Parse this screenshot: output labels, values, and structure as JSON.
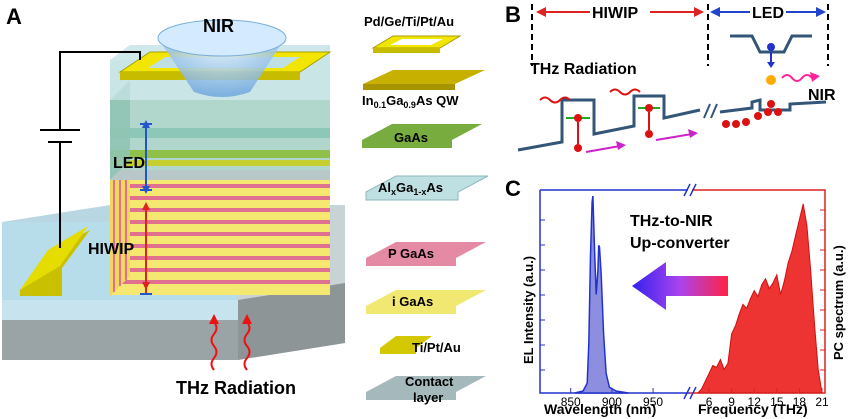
{
  "panel_a": {
    "letter": "A",
    "nir_label": "NIR",
    "led_label": "LED",
    "hiwip_label": "HIWIP",
    "thz_label": "THz Radiation"
  },
  "legend": {
    "metal_top": "Pd/Ge/Ti/Pt/Au",
    "qw_prefix": "In",
    "qw_sub1": "0.1",
    "qw_mid": "Ga",
    "qw_sub2": "0.9",
    "qw_suffix": "As QW",
    "gaas": "GaAs",
    "algaas_prefix": "Al",
    "algaas_sub1": "x",
    "algaas_mid": "Ga",
    "algaas_sub2": "1-x",
    "algaas_suffix": "As",
    "p_gaas": "P GaAs",
    "i_gaas": "i GaAs",
    "metal_bottom": "Ti/Pt/Au",
    "contact_line1": "Contact",
    "contact_line2": "layer"
  },
  "panel_b": {
    "letter": "B",
    "hiwip_label": "HIWIP",
    "led_label": "LED",
    "thz_label": "THz Radiation",
    "nir_label": "NIR"
  },
  "panel_c": {
    "letter": "C",
    "ylabel_left": "EL Intensity (a.u.)",
    "ylabel_right": "PC spectrum (a.u.)",
    "xlabel_left": "Wavelength (nm)",
    "xlabel_right": "Frequency (THz)",
    "arrow_text_line1": "THz-to-NIR",
    "arrow_text_line2": "Up-converter",
    "colors": {
      "el": "#3333cc",
      "pc": "#e02020"
    }
  },
  "chart_data": [
    {
      "type": "area",
      "xlabel": "Wavelength (nm)",
      "ylabel": "EL Intensity (a.u.)",
      "x_ticks": [
        850,
        900,
        950
      ],
      "xlim": [
        820,
        990
      ],
      "series": [
        {
          "x": [
            855,
            865,
            870,
            872,
            874,
            876,
            877,
            879,
            881,
            883,
            884,
            885,
            887,
            890,
            893,
            897,
            905,
            920
          ],
          "y": [
            0.0,
            0.01,
            0.05,
            0.25,
            0.7,
            0.97,
            1.0,
            0.72,
            0.5,
            0.62,
            0.75,
            0.74,
            0.6,
            0.3,
            0.1,
            0.03,
            0.01,
            0.0
          ]
        }
      ]
    },
    {
      "type": "area",
      "xlabel": "Frequency (THz)",
      "ylabel": "PC spectrum (a.u.)",
      "x_ticks": [
        6,
        9,
        12,
        15,
        18,
        21
      ],
      "xlim": [
        4,
        21
      ],
      "series": [
        {
          "x": [
            4.5,
            5,
            5.5,
            6,
            6.5,
            7,
            7.5,
            8,
            8.5,
            9,
            9.5,
            10,
            10.5,
            11,
            11.5,
            12,
            12.5,
            13,
            13.5,
            14,
            14.5,
            15,
            15.5,
            16,
            16.5,
            17,
            17.5,
            18,
            18.5,
            19,
            19.5,
            20,
            20.5,
            21
          ],
          "y": [
            0.0,
            0.02,
            0.06,
            0.1,
            0.14,
            0.13,
            0.17,
            0.12,
            0.15,
            0.3,
            0.34,
            0.4,
            0.45,
            0.43,
            0.48,
            0.52,
            0.49,
            0.55,
            0.58,
            0.53,
            0.56,
            0.6,
            0.5,
            0.57,
            0.66,
            0.72,
            0.8,
            0.88,
            0.96,
            0.85,
            0.62,
            0.35,
            0.12,
            0.0
          ]
        }
      ]
    }
  ]
}
